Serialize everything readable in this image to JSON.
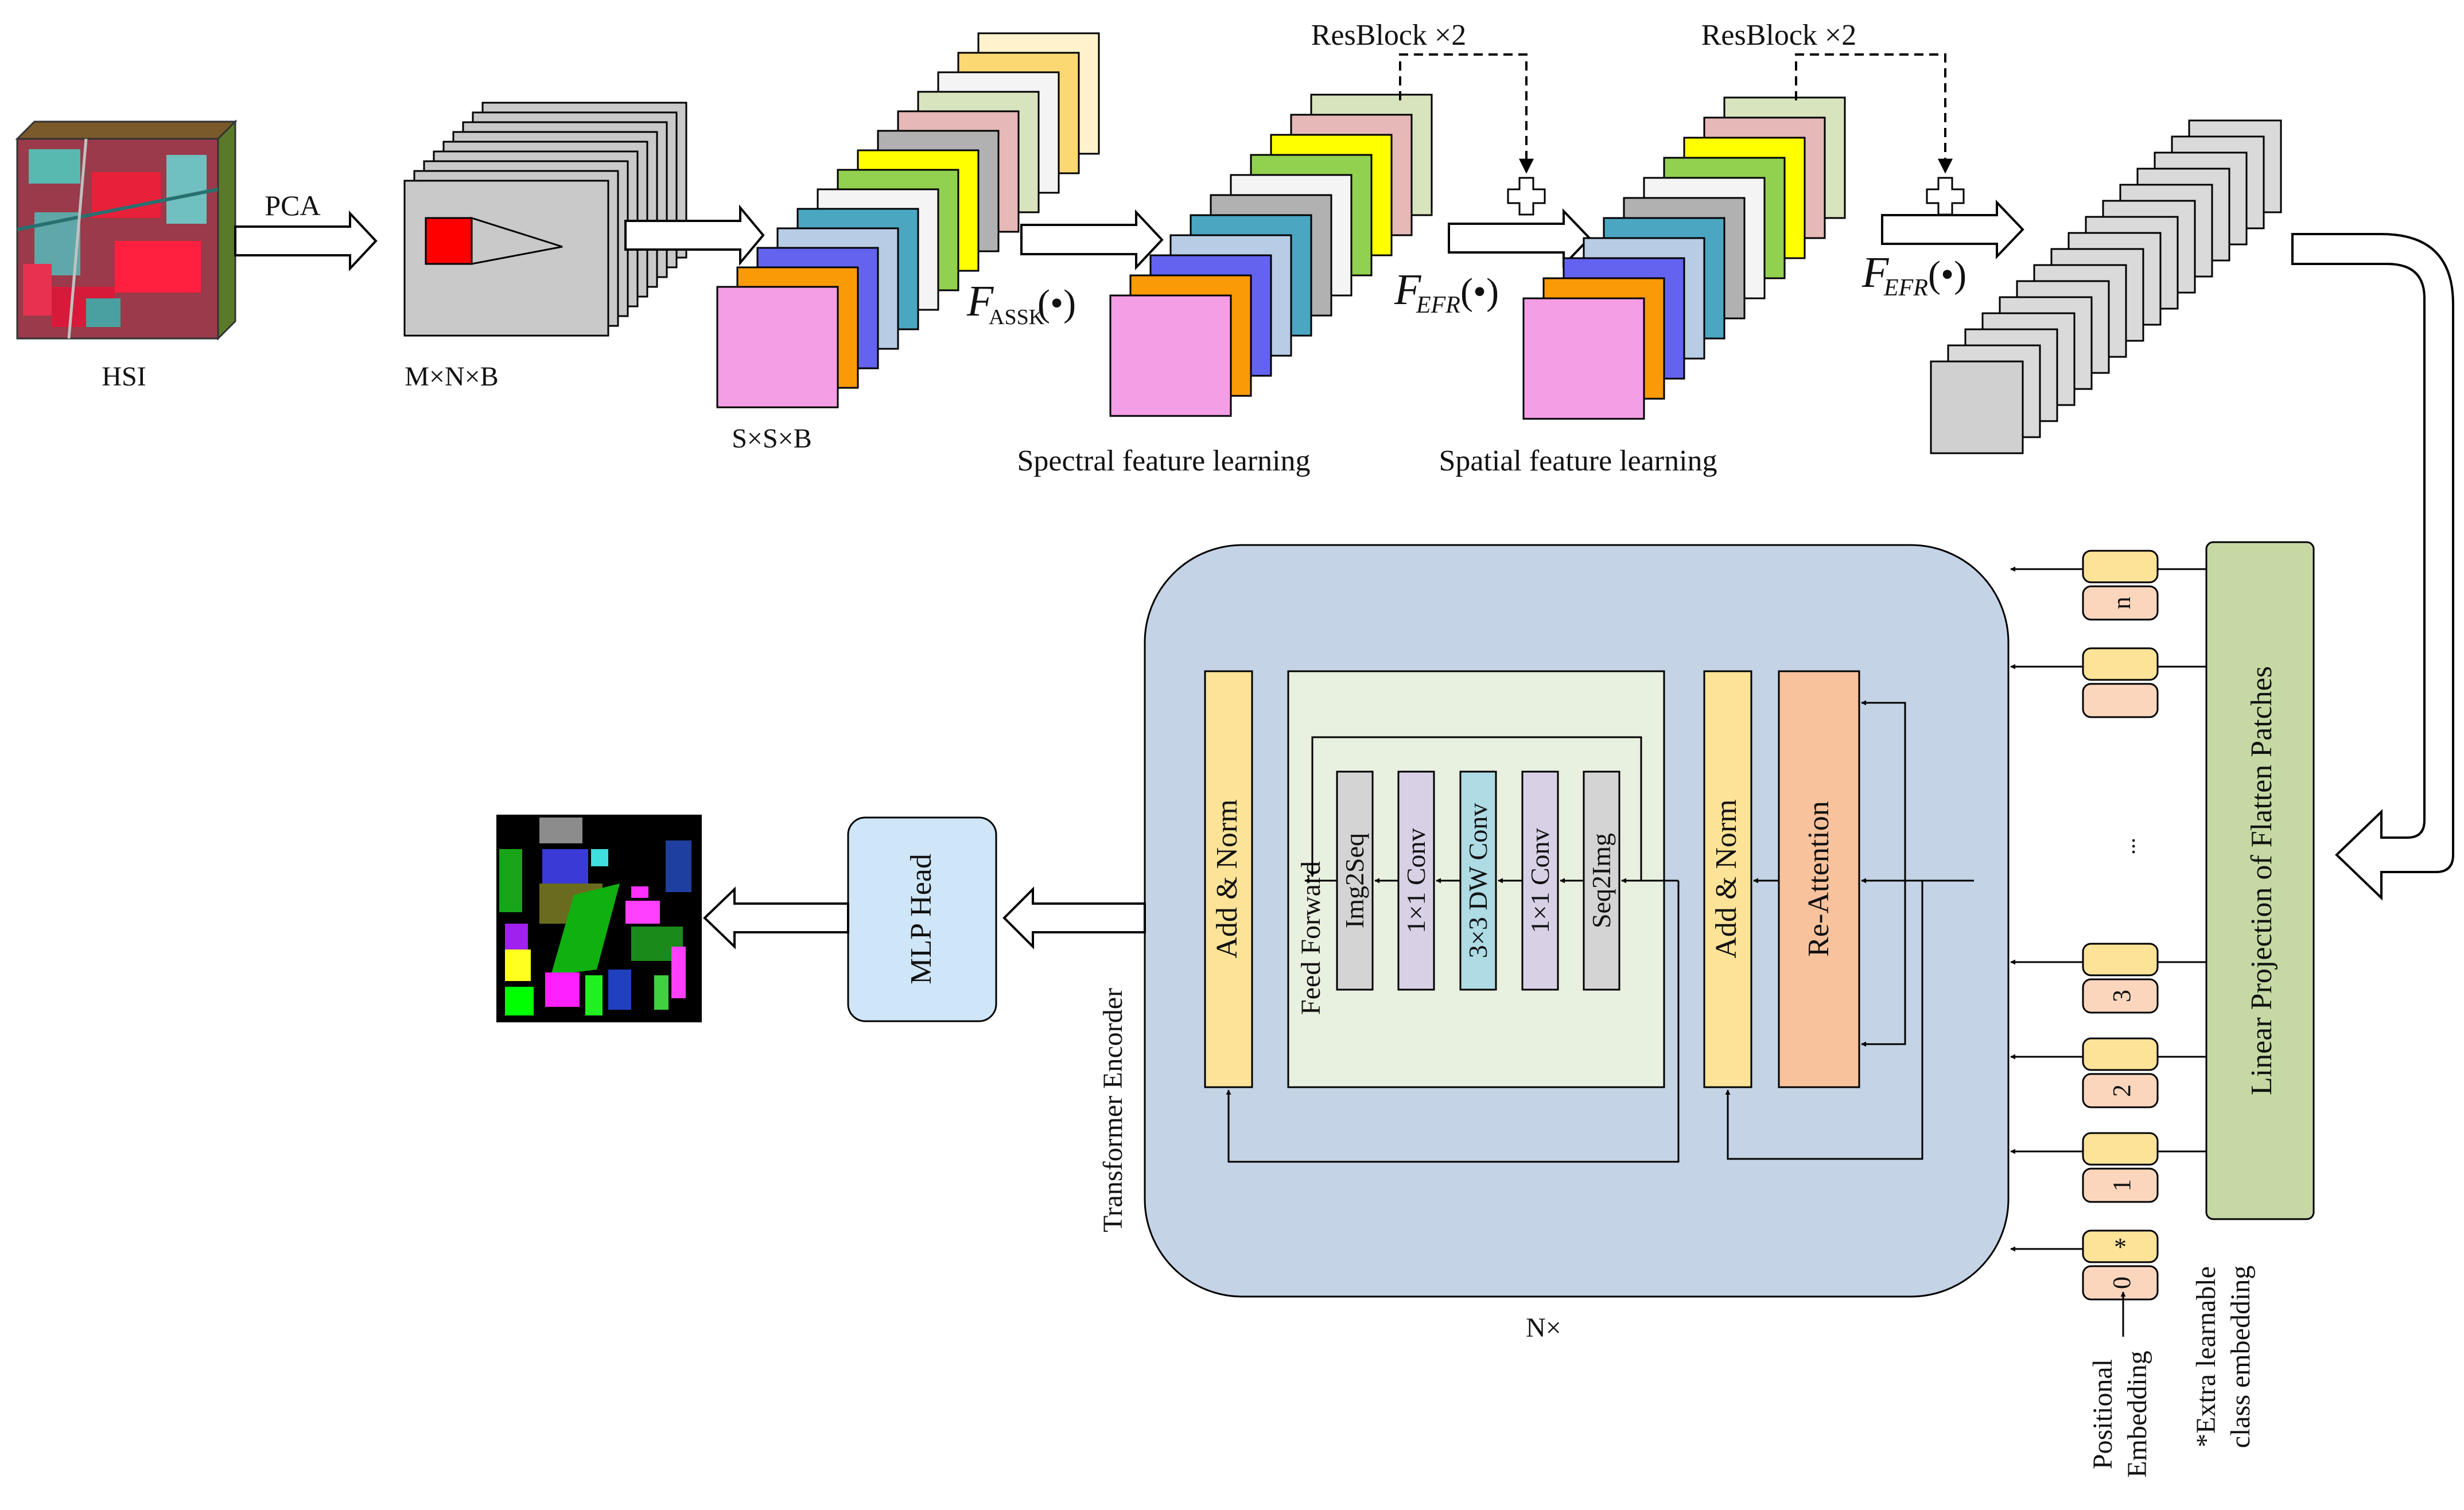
{
  "labels": {
    "hsi": "HSI",
    "pca": "PCA",
    "mnb": "M×N×B",
    "ssb": "S×S×B",
    "f_assk_main": "F",
    "f_assk_sub": "ASSK",
    "f_efr_main": "F",
    "f_efr_sub": "EFR",
    "func_arg": "(•)",
    "resblock": "ResBlock ×2",
    "spectral": "Spectral feature learning",
    "spatial": "Spatial feature learning",
    "add_norm": "Add & Norm",
    "feed_forward": "Feed Forward",
    "img2seq": "Img2Seq",
    "conv1x1": "1×1 Conv",
    "dwconv": "3×3 DW Conv",
    "seq2img": "Seq2Img",
    "re_attention": "Re-Attention",
    "transformer_encoder": "Transformer Encorder",
    "nx": "N×",
    "mlp_head": "MLP Head",
    "linear_projection": "Linear Projection of Flatten Patches",
    "positional_1": "Positional",
    "positional_2": "Embedding",
    "extra_1": "*Extra learnable",
    "extra_2": "class embedding",
    "ellipsis": "...",
    "star": "*"
  },
  "tokens": [
    "0",
    "1",
    "2",
    "3",
    "",
    "n"
  ],
  "colors": {
    "encoder_bg": "#c4d3e5",
    "ff_bg": "#e8f0df",
    "add_norm": "#fde398",
    "re_attention": "#f8c29d",
    "conv_purple": "#d8d1e6",
    "conv_gray": "#d4d4d4",
    "conv_blue": "#aedbe4",
    "mlp_head": "#cfe6f8",
    "linear_proj": "#c6d9a4",
    "token_yellow": "#fde398",
    "token_peach": "#fbd6bd",
    "pink": "#f49ee6",
    "orange": "#fb9a07",
    "blue": "#6363f0",
    "light_blue": "#b8cce6",
    "teal": "#4ba6c2",
    "gray": "#b1b1b1",
    "white": "#f4f4f4",
    "green": "#92d050",
    "yellow": "#ffff00",
    "light_gray": "#c9c9c9",
    "rose": "#e6b8b8",
    "pale_green": "#d7e4bd",
    "cream": "#fff2cc",
    "gold": "#fcd873",
    "pca_red": "#ff0000"
  }
}
